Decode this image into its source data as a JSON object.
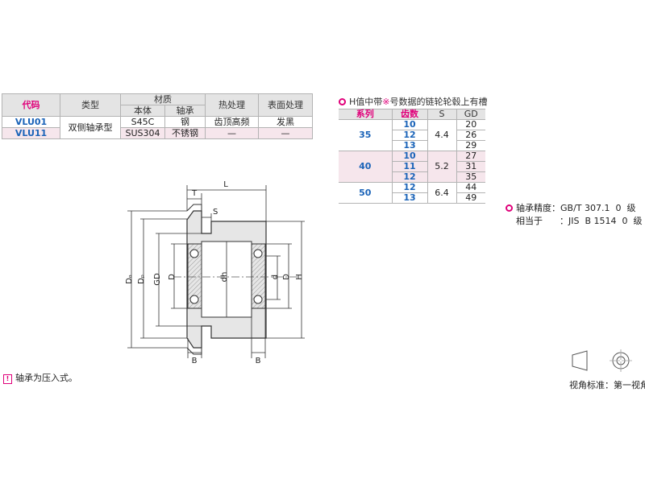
{
  "spec_table": {
    "headers": {
      "code": "代码",
      "type": "类型",
      "material": "材质",
      "body": "本体",
      "bearing": "轴承",
      "heat_treatment": "热处理",
      "surface_treatment": "表面处理"
    },
    "rows": [
      {
        "code": "VLU01",
        "type": "双侧轴承型",
        "body": "S45C",
        "bearing": "钢",
        "heat": "齿顶高频",
        "surface": "发黑"
      },
      {
        "code": "VLU11",
        "body": "SUS304",
        "bearing": "不锈钢",
        "heat": "—",
        "surface": "—"
      }
    ]
  },
  "drawing": {
    "labels": {
      "L": "L",
      "T": "T",
      "S": "S",
      "Do": "Dₒ",
      "Dp": "Dₚ",
      "GD": "GD",
      "D_left": "D",
      "dh": "dh",
      "d": "d",
      "D_right": "D",
      "H": "H",
      "B_left": "B",
      "B_right": "B"
    }
  },
  "gear_note": {
    "text_before": "H值中带",
    "mark": "※",
    "text_after": "号数据的链轮轮毂上有槽"
  },
  "gear_table": {
    "headers": {
      "series": "系列",
      "teeth": "齿数",
      "S": "S",
      "GD": "GD"
    },
    "groups": [
      {
        "series": "35",
        "S": "4.4",
        "rows": [
          {
            "teeth": "10",
            "GD": "20"
          },
          {
            "teeth": "12",
            "GD": "26"
          },
          {
            "teeth": "13",
            "GD": "29"
          }
        ]
      },
      {
        "series": "40",
        "S": "5.2",
        "rows": [
          {
            "teeth": "10",
            "GD": "27"
          },
          {
            "teeth": "11",
            "GD": "31"
          },
          {
            "teeth": "12",
            "GD": "35"
          }
        ]
      },
      {
        "series": "50",
        "S": "6.4",
        "rows": [
          {
            "teeth": "12",
            "GD": "44"
          },
          {
            "teeth": "13",
            "GD": "49"
          }
        ]
      }
    ]
  },
  "precision": {
    "line1": "轴承精度：GB/T 307.1  0  级",
    "line2": "相当于      ：JIS  B 1514  0  级"
  },
  "bottom_note": {
    "icon": "!",
    "text": "轴承为压入式。"
  },
  "projection": {
    "label": "视角标准：第一视角"
  }
}
